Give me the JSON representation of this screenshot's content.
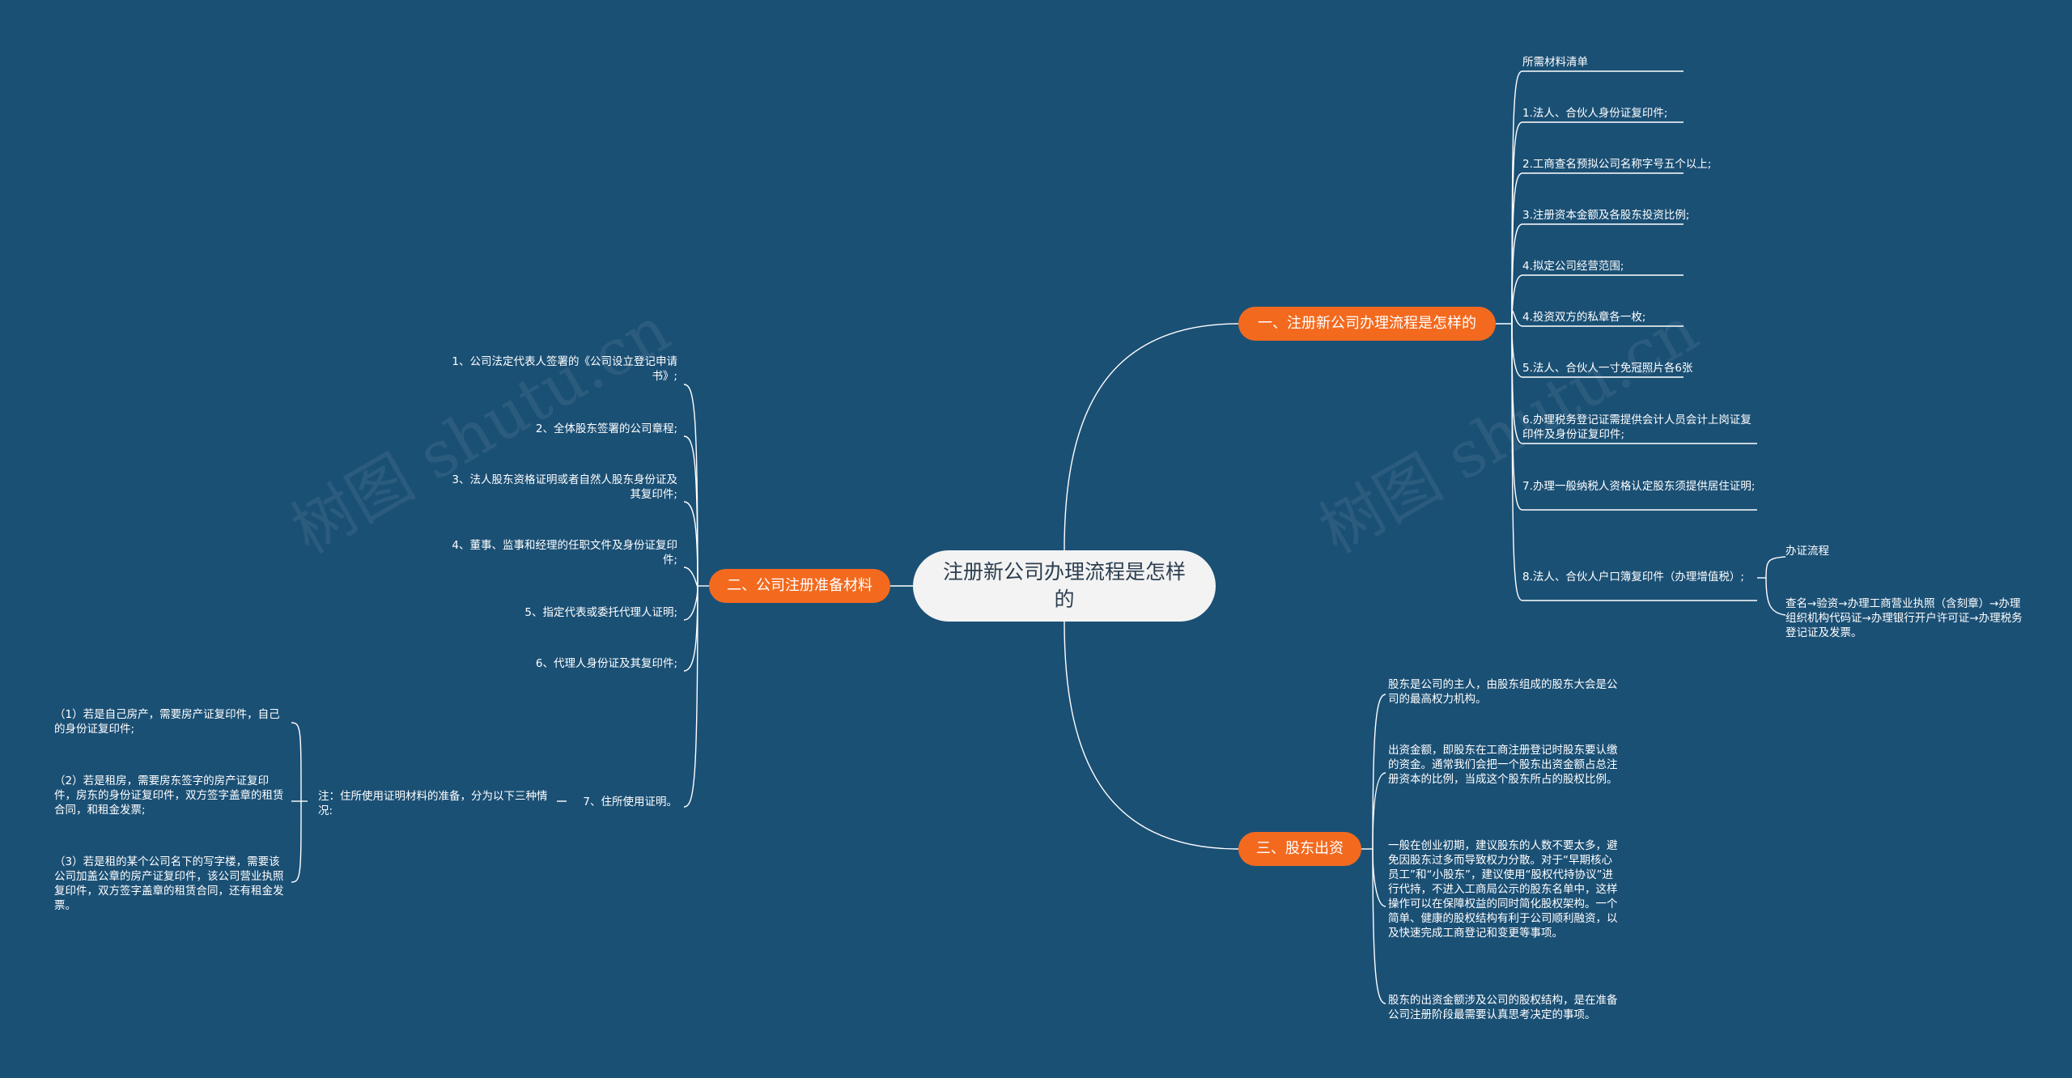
{
  "root": {
    "title": "注册新公司办理流程是怎样的"
  },
  "watermark": "树图 shutu.cn",
  "colors": {
    "background": "#1b5075",
    "branch": "#f36a1f",
    "root": "#f3f3f3",
    "link": "#ffffff"
  },
  "branch1": {
    "label": "一、注册新公司办理流程是怎样的",
    "items": [
      "所需材料清单",
      "1.法人、合伙人身份证复印件;",
      "2.工商查名预拟公司名称字号五个以上;",
      "3.注册资本金额及各股东投资比例;",
      "4.拟定公司经营范围;",
      "4.投资双方的私章各一枚;",
      "5.法人、合伙人一寸免冠照片各6张",
      "6.办理税务登记证需提供会计人员会计上岗证复印件及身份证复印件;",
      "7.办理一般纳税人资格认定股东须提供居住证明;",
      "8.法人、合伙人户口簿复印件（办理增值税）;"
    ],
    "sub": [
      "办证流程",
      "查名→验资→办理工商营业执照（含刻章）→办理组织机构代码证→办理银行开户许可证→办理税务登记证及发票。"
    ]
  },
  "branch2": {
    "label": "二、公司注册准备材料",
    "items": [
      "1、公司法定代表人签署的《公司设立登记申请书》;",
      "2、全体股东签署的公司章程;",
      "3、法人股东资格证明或者自然人股东身份证及其复印件;",
      "4、董事、监事和经理的任职文件及身份证复印件;",
      "5、指定代表或委托代理人证明;",
      "6、代理人身份证及其复印件;",
      "7、住所使用证明。"
    ],
    "note": "注：住所使用证明材料的准备，分为以下三种情况:",
    "note_items": [
      "（1）若是自己房产，需要房产证复印件，自己的身份证复印件;",
      "（2）若是租房，需要房东签字的房产证复印件，房东的身份证复印件，双方签字盖章的租赁合同，和租金发票;",
      "（3）若是租的某个公司名下的写字楼，需要该公司加盖公章的房产证复印件，该公司营业执照复印件，双方签字盖章的租赁合同，还有租金发票。"
    ]
  },
  "branch3": {
    "label": "三、股东出资",
    "items": [
      "股东是公司的主人，由股东组成的股东大会是公司的最高权力机构。",
      "出资金额，即股东在工商注册登记时股东要认缴的资金。通常我们会把一个股东出资金额占总注册资本的比例，当成这个股东所占的股权比例。",
      "一般在创业初期，建议股东的人数不要太多，避免因股东过多而导致权力分散。对于“早期核心员工”和“小股东”，建议使用“股权代持协议”进行代持，不进入工商局公示的股东名单中，这样操作可以在保障权益的同时简化股权架构。一个简单、健康的股权结构有利于公司顺利融资，以及快速完成工商登记和变更等事项。",
      "股东的出资金额涉及公司的股权结构，是在准备公司注册阶段最需要认真思考决定的事项。"
    ]
  }
}
